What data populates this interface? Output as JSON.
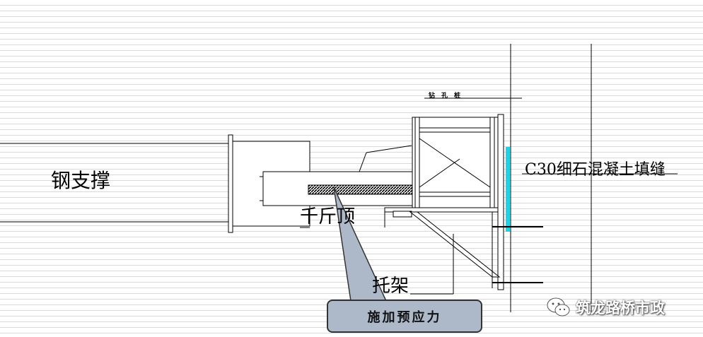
{
  "labels": {
    "steel_support": "钢支撑",
    "c30_fill": "C30细石混凝土填缝",
    "drill_pile": "钻孔桩",
    "jack": "千斤顶",
    "frame": "托架",
    "callout": "施加预应力"
  },
  "watermark": {
    "text": "筑龙路桥市政",
    "icon": "wechat-icon"
  },
  "colors": {
    "callout_fill": "#adb9c9",
    "fill_strip": "#1fd3e6",
    "line": "#000000",
    "background_lines": "#d9d9d9"
  }
}
